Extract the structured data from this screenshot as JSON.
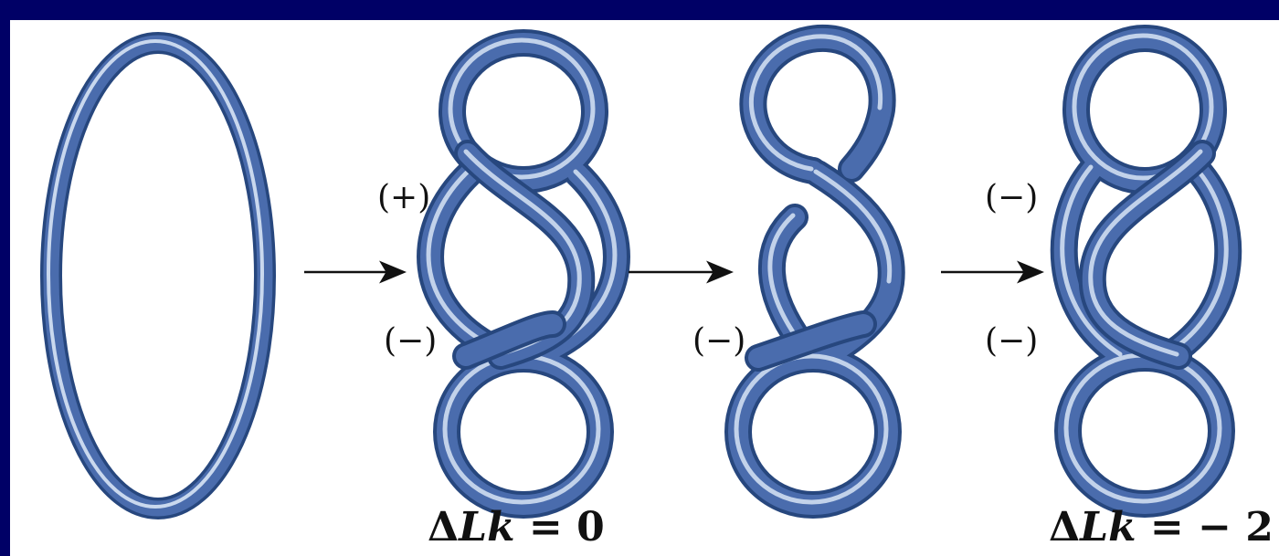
{
  "colors": {
    "frame": "#000066",
    "panel": "#ffffff",
    "rope": "#3f5f9e",
    "rope_dark": "#27477e",
    "rope_light": "#d7e4f5"
  },
  "crossing_labels": {
    "s2_top": "(+)",
    "s2_bottom": "(−)",
    "s3_bottom": "(−)",
    "s4_top": "(−)",
    "s4_bottom": "(−)"
  },
  "equations": {
    "left": {
      "delta": "Δ",
      "var": "Lk",
      "rest": " = 0"
    },
    "right": {
      "delta": "Δ",
      "var": "Lk",
      "rest": " = − 2"
    }
  },
  "arrows": [
    "arrow-1",
    "arrow-2",
    "arrow-3"
  ]
}
